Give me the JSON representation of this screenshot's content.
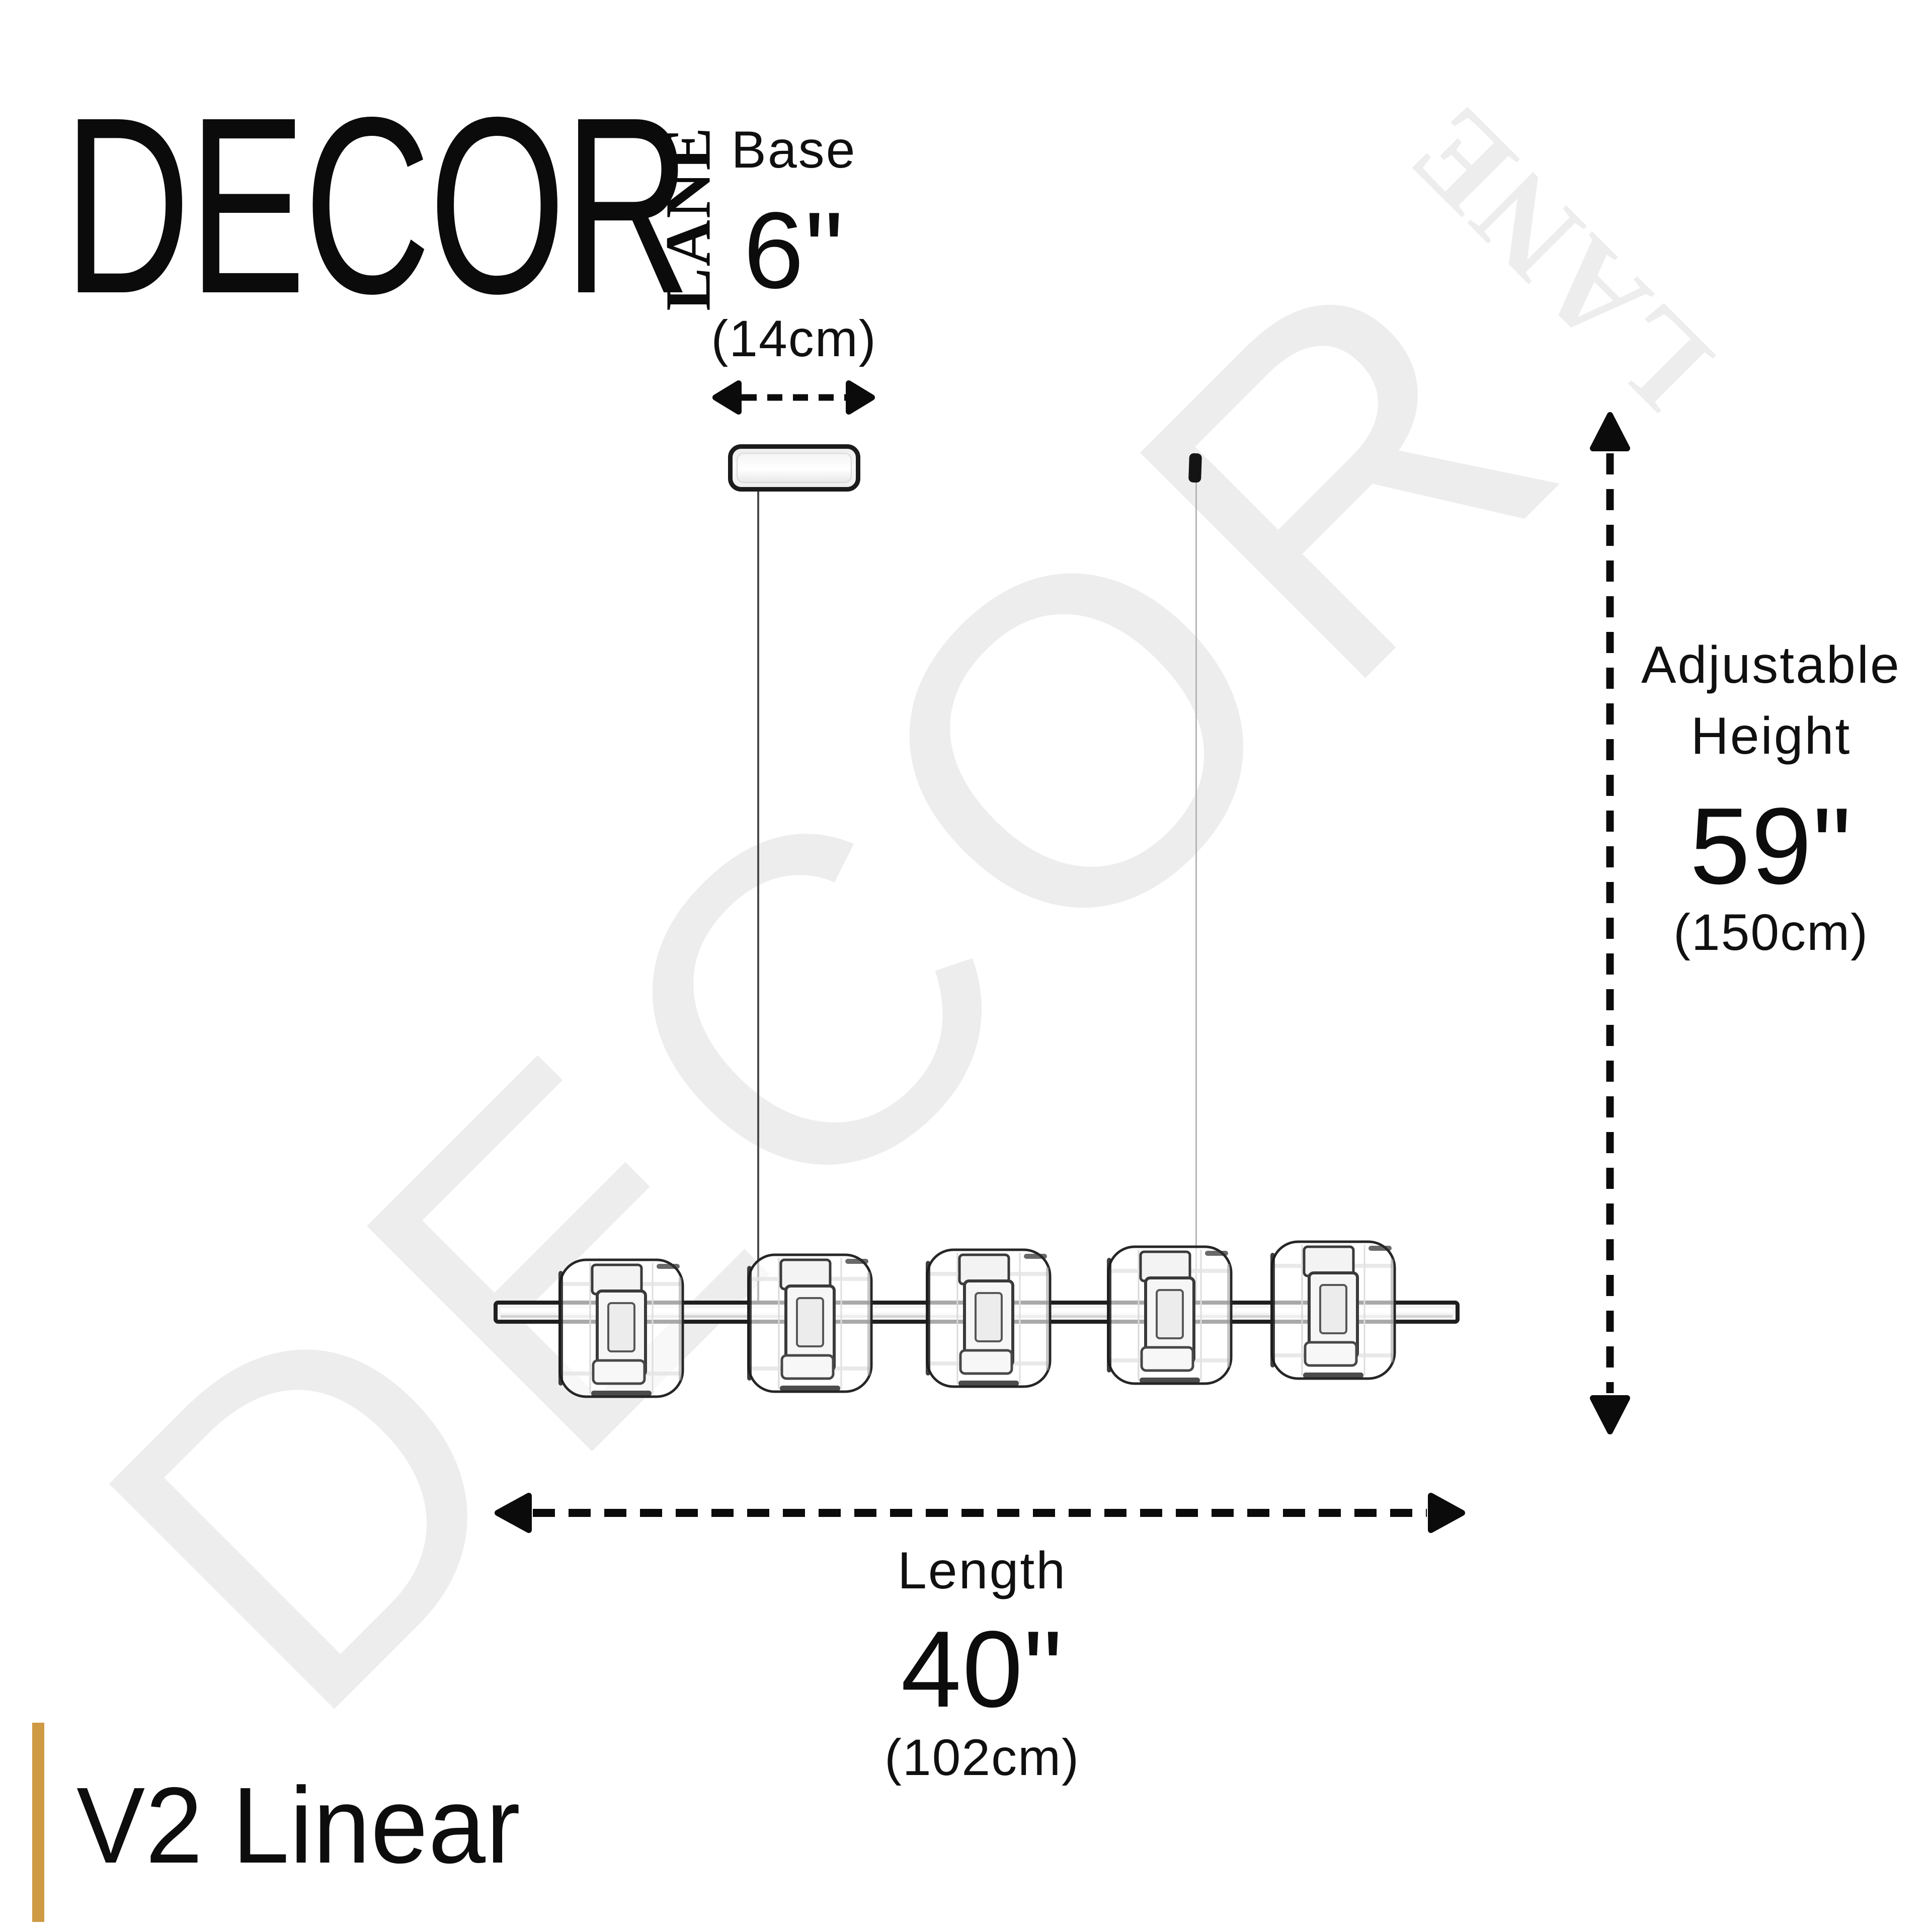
{
  "brand": {
    "primary": "DECOR",
    "secondary": "LANE"
  },
  "watermark": {
    "primary": "DECOR",
    "secondary": "LANE"
  },
  "product": {
    "variant_label": "V2 Linear"
  },
  "dims": {
    "base": {
      "label": "Base",
      "value": "6\"",
      "metric": "(14cm)"
    },
    "height": {
      "label_top": "Adjustable",
      "label_bottom": "Height",
      "value": "59\"",
      "metric": "(150cm)"
    },
    "length": {
      "label": "Length",
      "value": "40\"",
      "metric": "(102cm)"
    }
  },
  "colors": {
    "accent_gold": "#cf9a44",
    "ink": "#0b0b0b",
    "watermark_gray": "#ededed",
    "wire_dark": "#4a4a4a",
    "wire_light": "#b5b5b5"
  }
}
